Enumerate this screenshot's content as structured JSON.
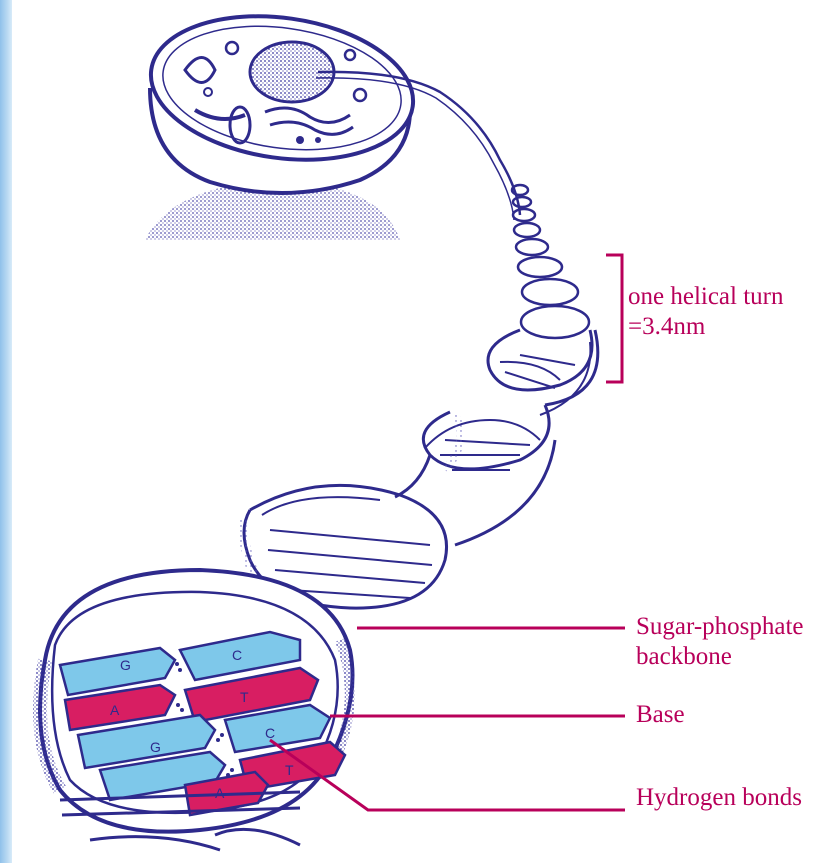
{
  "labels": {
    "helical_turn_line1": "one helical turn",
    "helical_turn_line2": "=3.4nm",
    "backbone_line1": "Sugar-phosphate",
    "backbone_line2": "backbone",
    "base": "Base",
    "hydrogen_bonds": "Hydrogen bonds"
  },
  "base_letters": {
    "cyan_top": "G",
    "cyan_top2": "C",
    "red_a": "A",
    "red_t": "T",
    "cyan_mid": "G",
    "cyan_mid2": "C",
    "red_t2": "T",
    "red_a2": "A"
  },
  "colors": {
    "outline": "#2e2a8c",
    "label": "#b8005a",
    "base_cyan": "#7ec8ea",
    "base_red": "#d81e62",
    "strip": "#9fcbee"
  }
}
